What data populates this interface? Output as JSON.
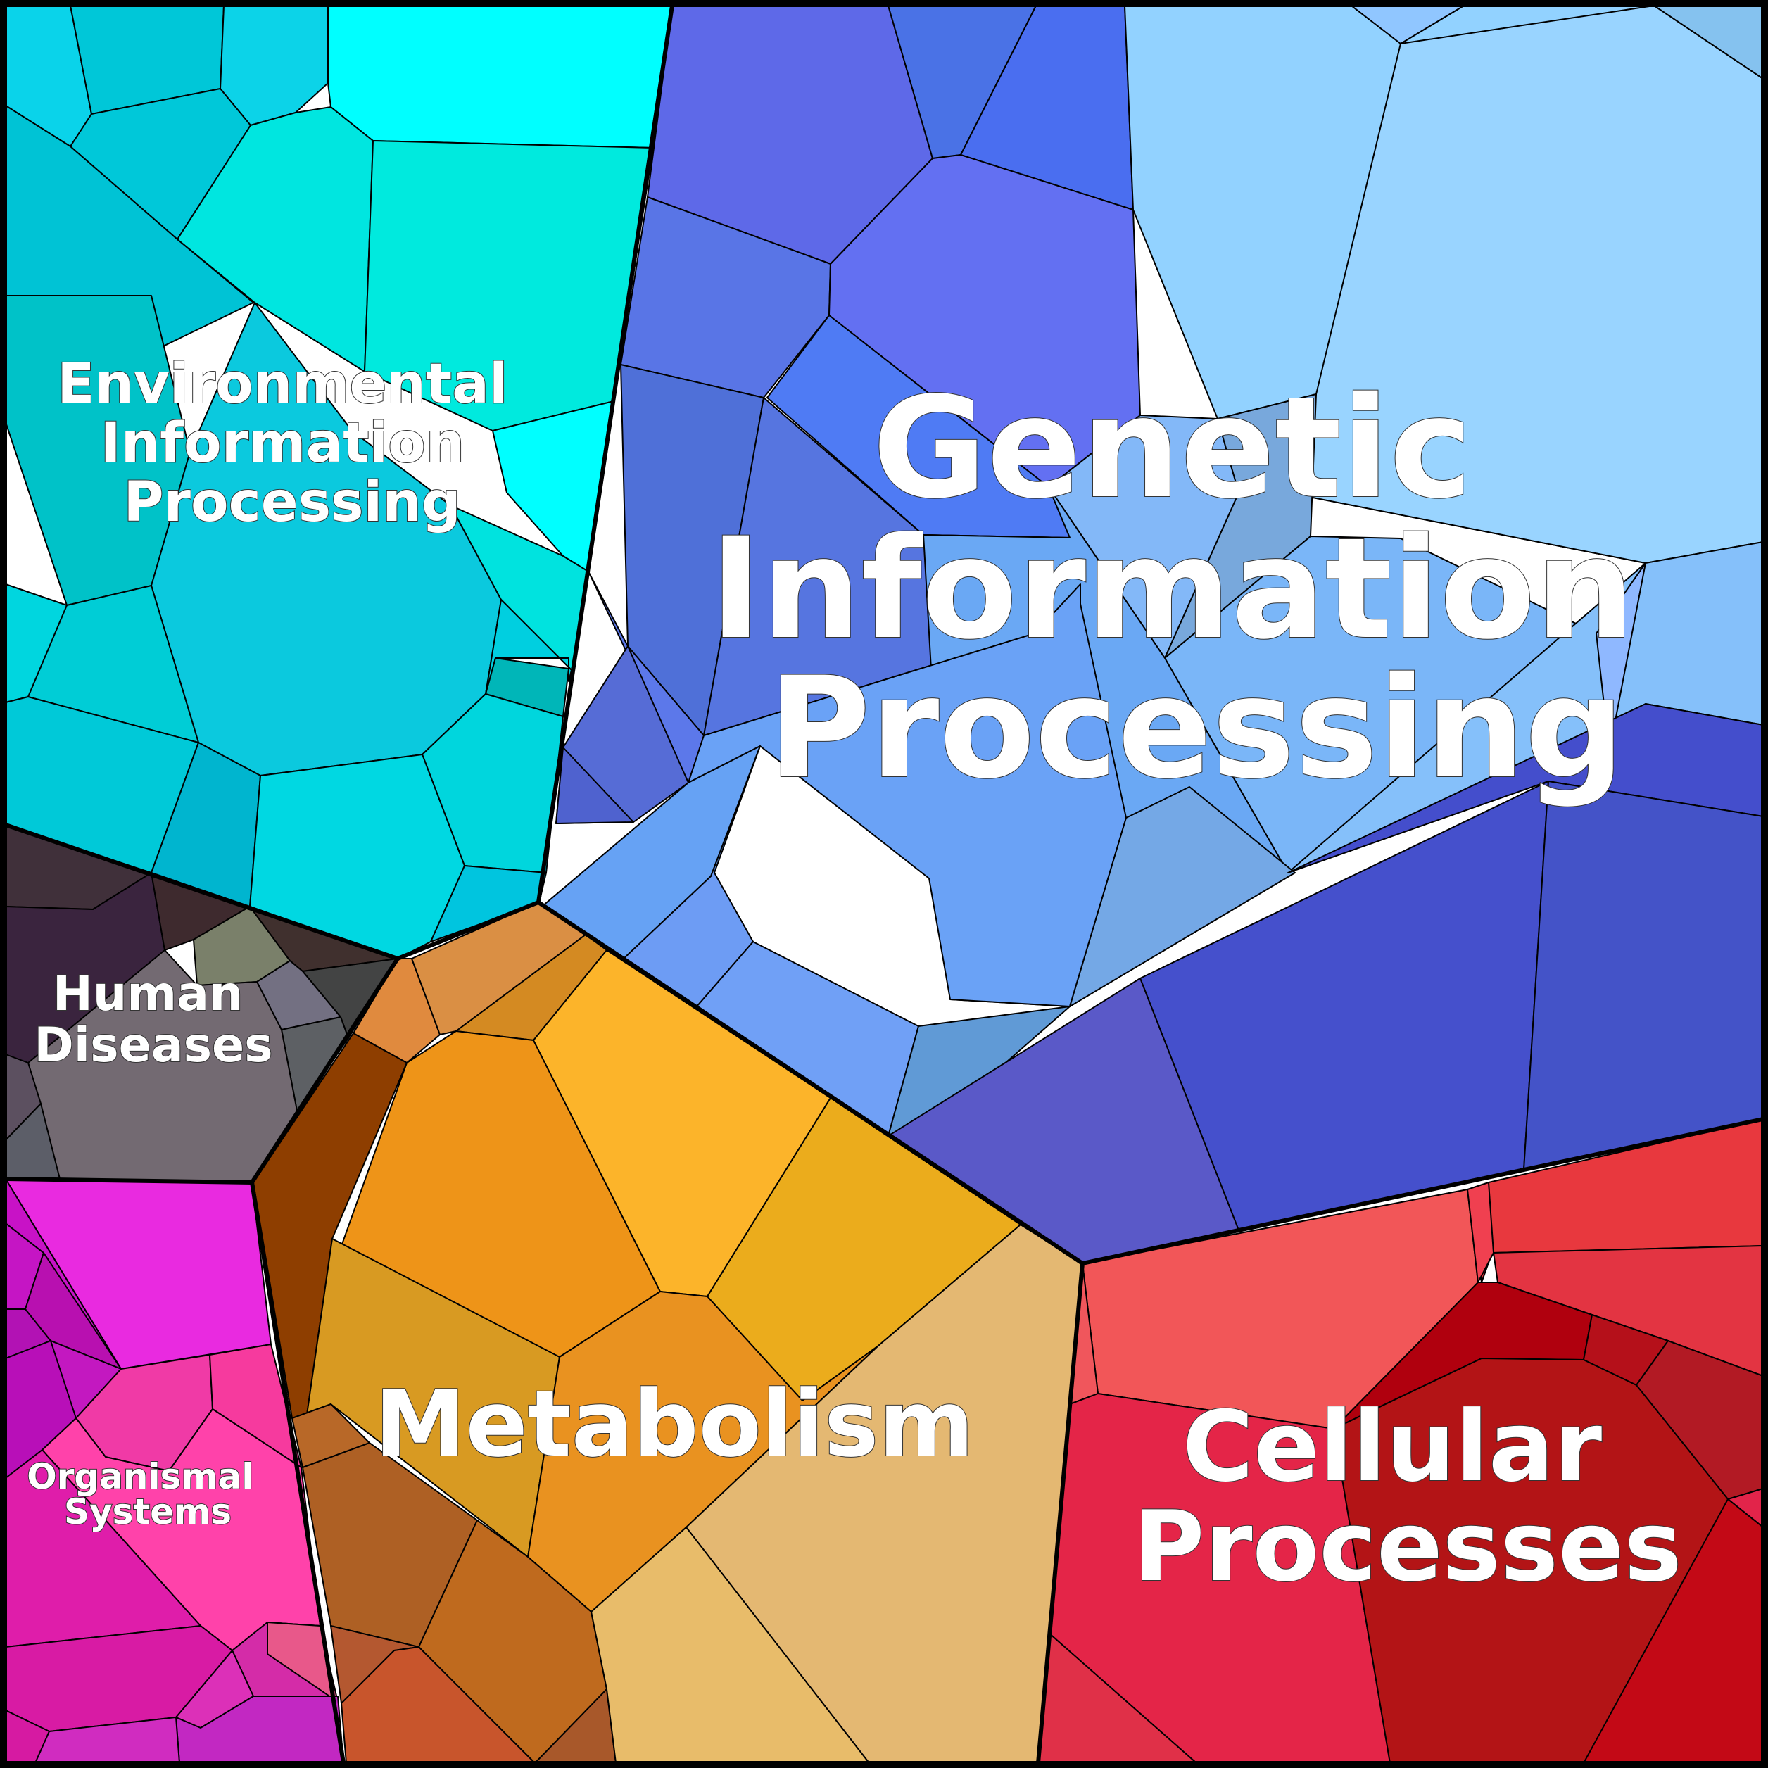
{
  "categories": [
    {
      "id": "environmental",
      "lines": [
        "Environmental",
        "Information",
        "Processing"
      ],
      "color": "#0fc6da"
    },
    {
      "id": "genetic",
      "lines": [
        "Genetic",
        "Information",
        "Processing"
      ],
      "color": "#5b8cf0"
    },
    {
      "id": "human-diseases",
      "lines": [
        "Human",
        "Diseases"
      ],
      "color": "#4a3c4c"
    },
    {
      "id": "organismal",
      "lines": [
        "Organismal",
        "Systems"
      ],
      "color": "#e0259e"
    },
    {
      "id": "metabolism",
      "lines": [
        "Metabolism"
      ],
      "color": "#e69a22"
    },
    {
      "id": "cellular",
      "lines": [
        "Cellular",
        "Processes"
      ],
      "color": "#d42436"
    }
  ]
}
